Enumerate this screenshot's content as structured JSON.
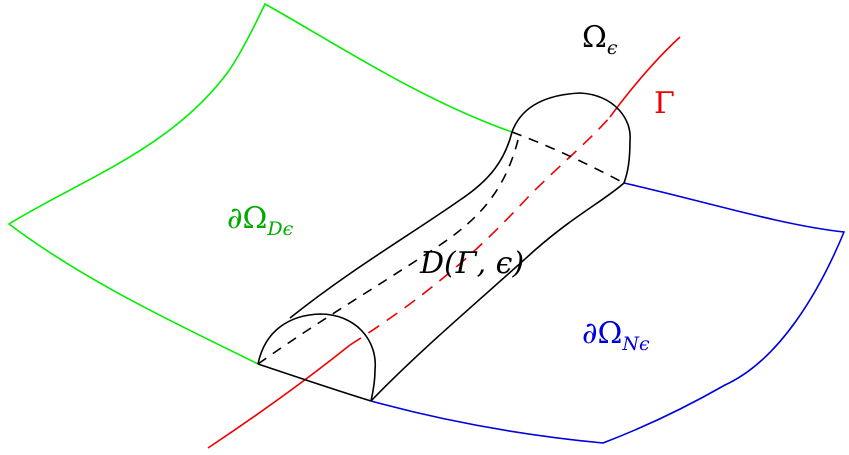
{
  "diagram": {
    "labels": {
      "omega_eps": {
        "main": "Ω",
        "sub": "ϵ"
      },
      "gamma": "Γ",
      "boundary_d": {
        "main": "∂Ω",
        "sub": "Dϵ"
      },
      "boundary_n": {
        "main": "∂Ω",
        "sub": "Nϵ"
      },
      "tube": "D(Γ, ϵ)"
    },
    "colors": {
      "green_surface": "#00ee00",
      "blue_surface": "#0000dd",
      "curve": "#ee0000",
      "tube": "#000000",
      "label_gamma": "#ee0000",
      "label_d": "#00aa00",
      "label_n": "#0000dd",
      "label_default": "#000000"
    }
  }
}
